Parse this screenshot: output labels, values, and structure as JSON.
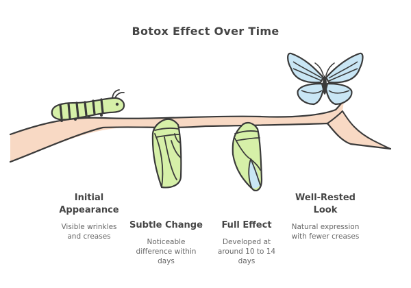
{
  "title": "Botox Effect Over Time",
  "colors": {
    "branch_fill": "#f8d9c4",
    "outline": "#3a3a3a",
    "green": "#d6f0a8",
    "blue": "#c9e6f5",
    "heading": "#454545",
    "body_text": "#666666"
  },
  "icons": [
    "caterpillar-icon",
    "chrysalis-icon",
    "emerging-chrysalis-icon",
    "butterfly-icon",
    "branch"
  ],
  "stages": [
    {
      "heading": "Initial Appearance",
      "heading_line1": "Initial",
      "heading_line2": "Appearance",
      "description": "Visible wrinkles and creases",
      "desc_line1": "Visible wrinkles",
      "desc_line2": "and creases",
      "icon": "caterpillar-icon"
    },
    {
      "heading": "Subtle Change",
      "description": "Noticeable difference within days",
      "desc_line1": "Noticeable",
      "desc_line2": "difference within",
      "desc_line3": "days",
      "icon": "chrysalis-icon"
    },
    {
      "heading": "Full Effect",
      "description": "Developed at around 10 to 14 days",
      "desc_line1": "Developed at",
      "desc_line2": "around 10 to 14",
      "desc_line3": "days",
      "icon": "emerging-chrysalis-icon"
    },
    {
      "heading": "Well-Rested Look",
      "heading_line1": "Well-Rested",
      "heading_line2": "Look",
      "description": "Natural expression with fewer creases",
      "desc_line1": "Natural expression",
      "desc_line2": "with fewer creases",
      "icon": "butterfly-icon"
    }
  ]
}
